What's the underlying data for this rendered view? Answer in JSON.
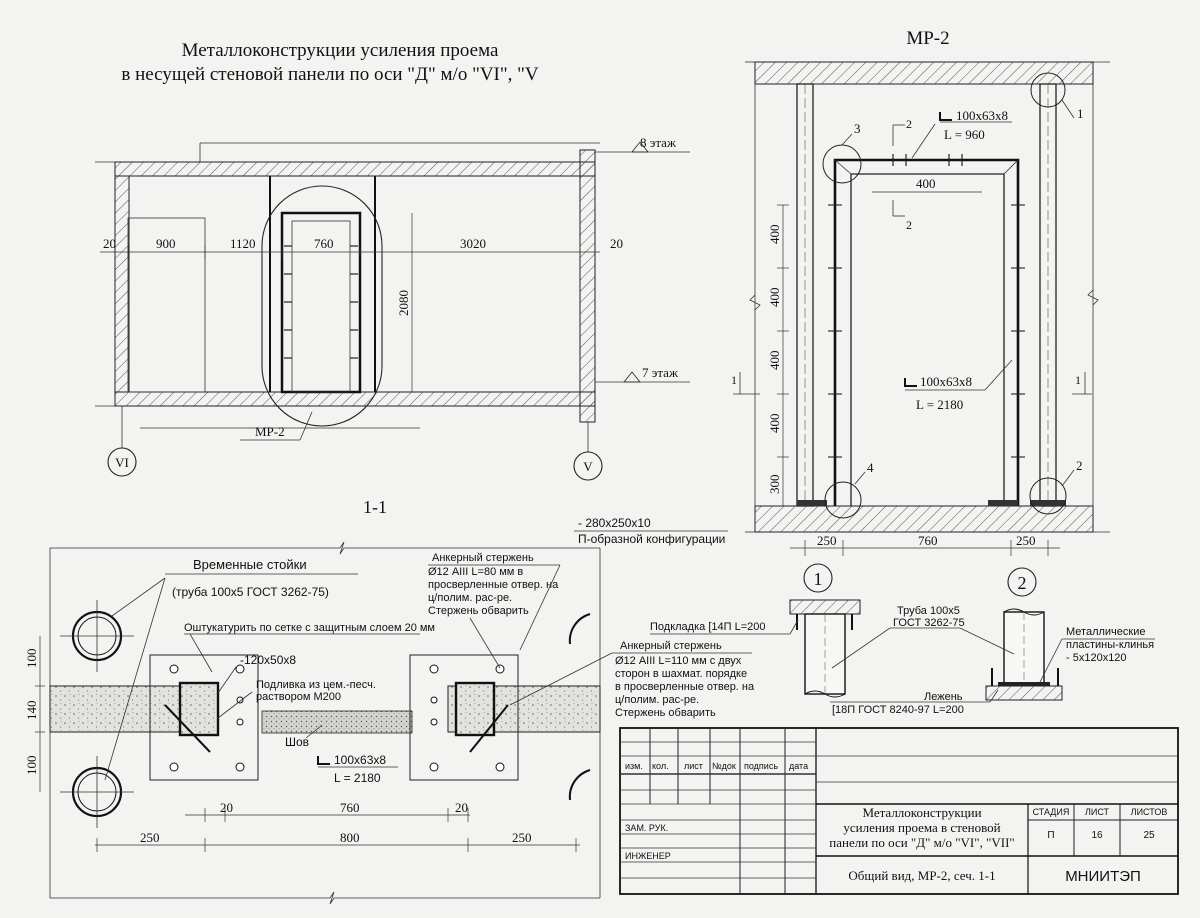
{
  "main_title_line1": "Металлоконструкции усиления проема",
  "main_title_line2": "в несущей стеновой панели по оси \"Д\" м/о \"VI\", \"V",
  "elevation": {
    "floor_upper": "8 этаж",
    "floor_lower": "7 этаж",
    "dims": [
      "20",
      "900",
      "1120",
      "760",
      "3020",
      "20"
    ],
    "height_dim": "2080",
    "axis_left": "VI",
    "axis_right": "V",
    "mp2_label": "МР-2"
  },
  "section_label": "1-1",
  "mp2_detail": {
    "title": "МР-2",
    "section_mark": "2",
    "angle_top": "100x63x8",
    "angle_top_len": "L = 960",
    "inner_dim": "400",
    "angle_side": "100x63x8",
    "angle_side_len": "L = 2180",
    "vert_dims": [
      "400",
      "400",
      "400",
      "400",
      "300"
    ],
    "bottom_dims": [
      "250",
      "760",
      "250"
    ],
    "callouts": [
      "1",
      "2",
      "3",
      "4"
    ],
    "cut_mark": "1"
  },
  "plate_note_line1": "- 280x250x10",
  "plate_note_line2": "П-образной конфигурации",
  "section_1_1": {
    "temp_posts_title": "Временные стойки",
    "temp_posts_spec": "(труба 100х5 ГОСТ 3262-75)",
    "plaster_note": "Оштукатурить по сетке с защитным слоем 20 мм",
    "plate_spec": "-120x50x8",
    "grout_note_line1": "Подливка из цем.-песч.",
    "grout_note_line2": "раствором М200",
    "seam": "Шов",
    "angle": "100x63x8",
    "angle_len": "L = 2180",
    "anchor1": [
      "Анкерный стержень",
      "Ø12 АIII L=80 мм в",
      "просверленные отвер. на",
      "ц/полим. рас-ре.",
      "Стержень обварить"
    ],
    "anchor2": [
      "Анкерный стержень",
      "Ø12 АIII L=110 мм  с двух",
      "сторон в шахмат. порядке",
      "в просверленные отвер. на",
      "ц/полим. рас-ре.",
      "Стержень обварить"
    ],
    "left_dims": [
      "100",
      "140",
      "100"
    ],
    "bottom_dims_a": [
      "20",
      "760",
      "20"
    ],
    "bottom_dims_b": [
      "250",
      "800",
      "250"
    ]
  },
  "details": {
    "n1": "1",
    "n2": "2",
    "pad": "Подкладка [14П L=200",
    "pipe_line1": "Труба 100х5",
    "pipe_line2": "ГОСТ 3262-75",
    "wedges_line1": "Металлические",
    "wedges_line2": "пластины-клинья",
    "wedges_line3": "- 5x120x120",
    "bed_line1": "Лежень",
    "bed_line2": "[18П ГОСТ 8240-97 L=200"
  },
  "title_block": {
    "hdr": [
      "изм.",
      "кол.",
      "лист",
      "№док",
      "подпись",
      "дата"
    ],
    "roles": [
      "ЗАМ. РУК.",
      "ИНЖЕНЕР"
    ],
    "name_line1": "Металлоконструкции",
    "name_line2": "усиления проема в стеновой",
    "name_line3": "панели по оси \"Д\" м/о \"VI\", \"VII\"",
    "stage_hdr": "СТАДИЯ",
    "sheet_hdr": "ЛИСТ",
    "sheets_hdr": "ЛИСТОВ",
    "stage": "П",
    "sheet": "16",
    "sheets": "25",
    "subtitle": "Общий вид, МР-2, сеч. 1-1",
    "org": "МНИИТЭП"
  }
}
